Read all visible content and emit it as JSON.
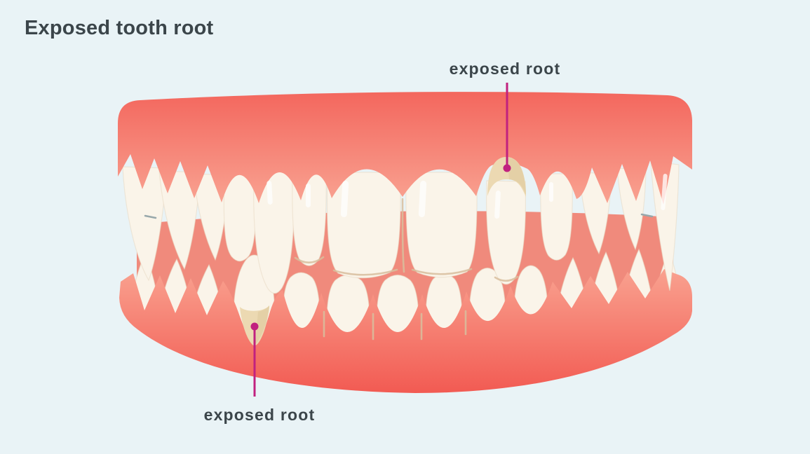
{
  "title": "Exposed tooth root",
  "annotations": {
    "top": {
      "label": "exposed root"
    },
    "bottom": {
      "label": "exposed root"
    }
  },
  "colors": {
    "background": "#e9f3f6",
    "title_text": "#3b454a",
    "label_text": "#3b454a",
    "annotation_accent": "#c1217f",
    "upper_gum_top": "#f3655c",
    "upper_gum_bottom": "#f9a896",
    "lower_gum_top": "#f9a08e",
    "lower_gum_bottom": "#f25a52",
    "mouth_interior": "#f08a7c",
    "tooth": "#faf4e9",
    "tooth_shadow_line": "#d9bf9e",
    "exposed_root_beige": "#ecd9b2"
  },
  "illustration": {
    "description": "Front view of upper and lower teeth in pink gums; one upper tooth and one lower tooth show a beige exposed root at a receded gumline, each marked with a magenta leader line and dot."
  }
}
